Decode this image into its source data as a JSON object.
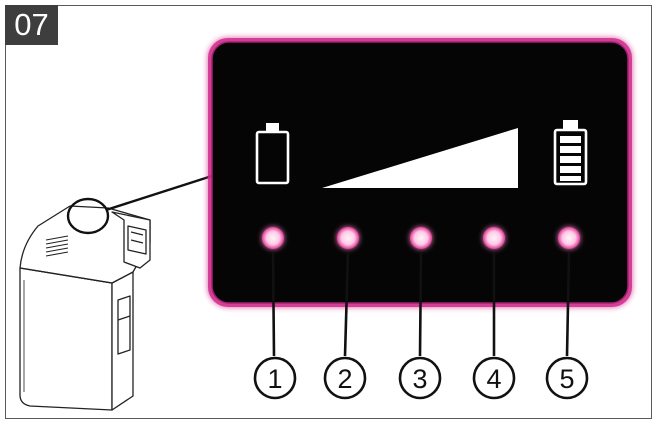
{
  "figure": {
    "step_label": "07",
    "callouts": [
      "1",
      "2",
      "3",
      "4",
      "5"
    ]
  },
  "colors": {
    "panel_bg": "#050505",
    "panel_glow": "#d12a8a",
    "led": "#ffc9e4",
    "led_glow": "#e23a9a",
    "icon": "#ffffff",
    "line": "#111111"
  },
  "icons": [
    "battery-empty-icon",
    "level-ramp-icon",
    "battery-full-icon"
  ]
}
